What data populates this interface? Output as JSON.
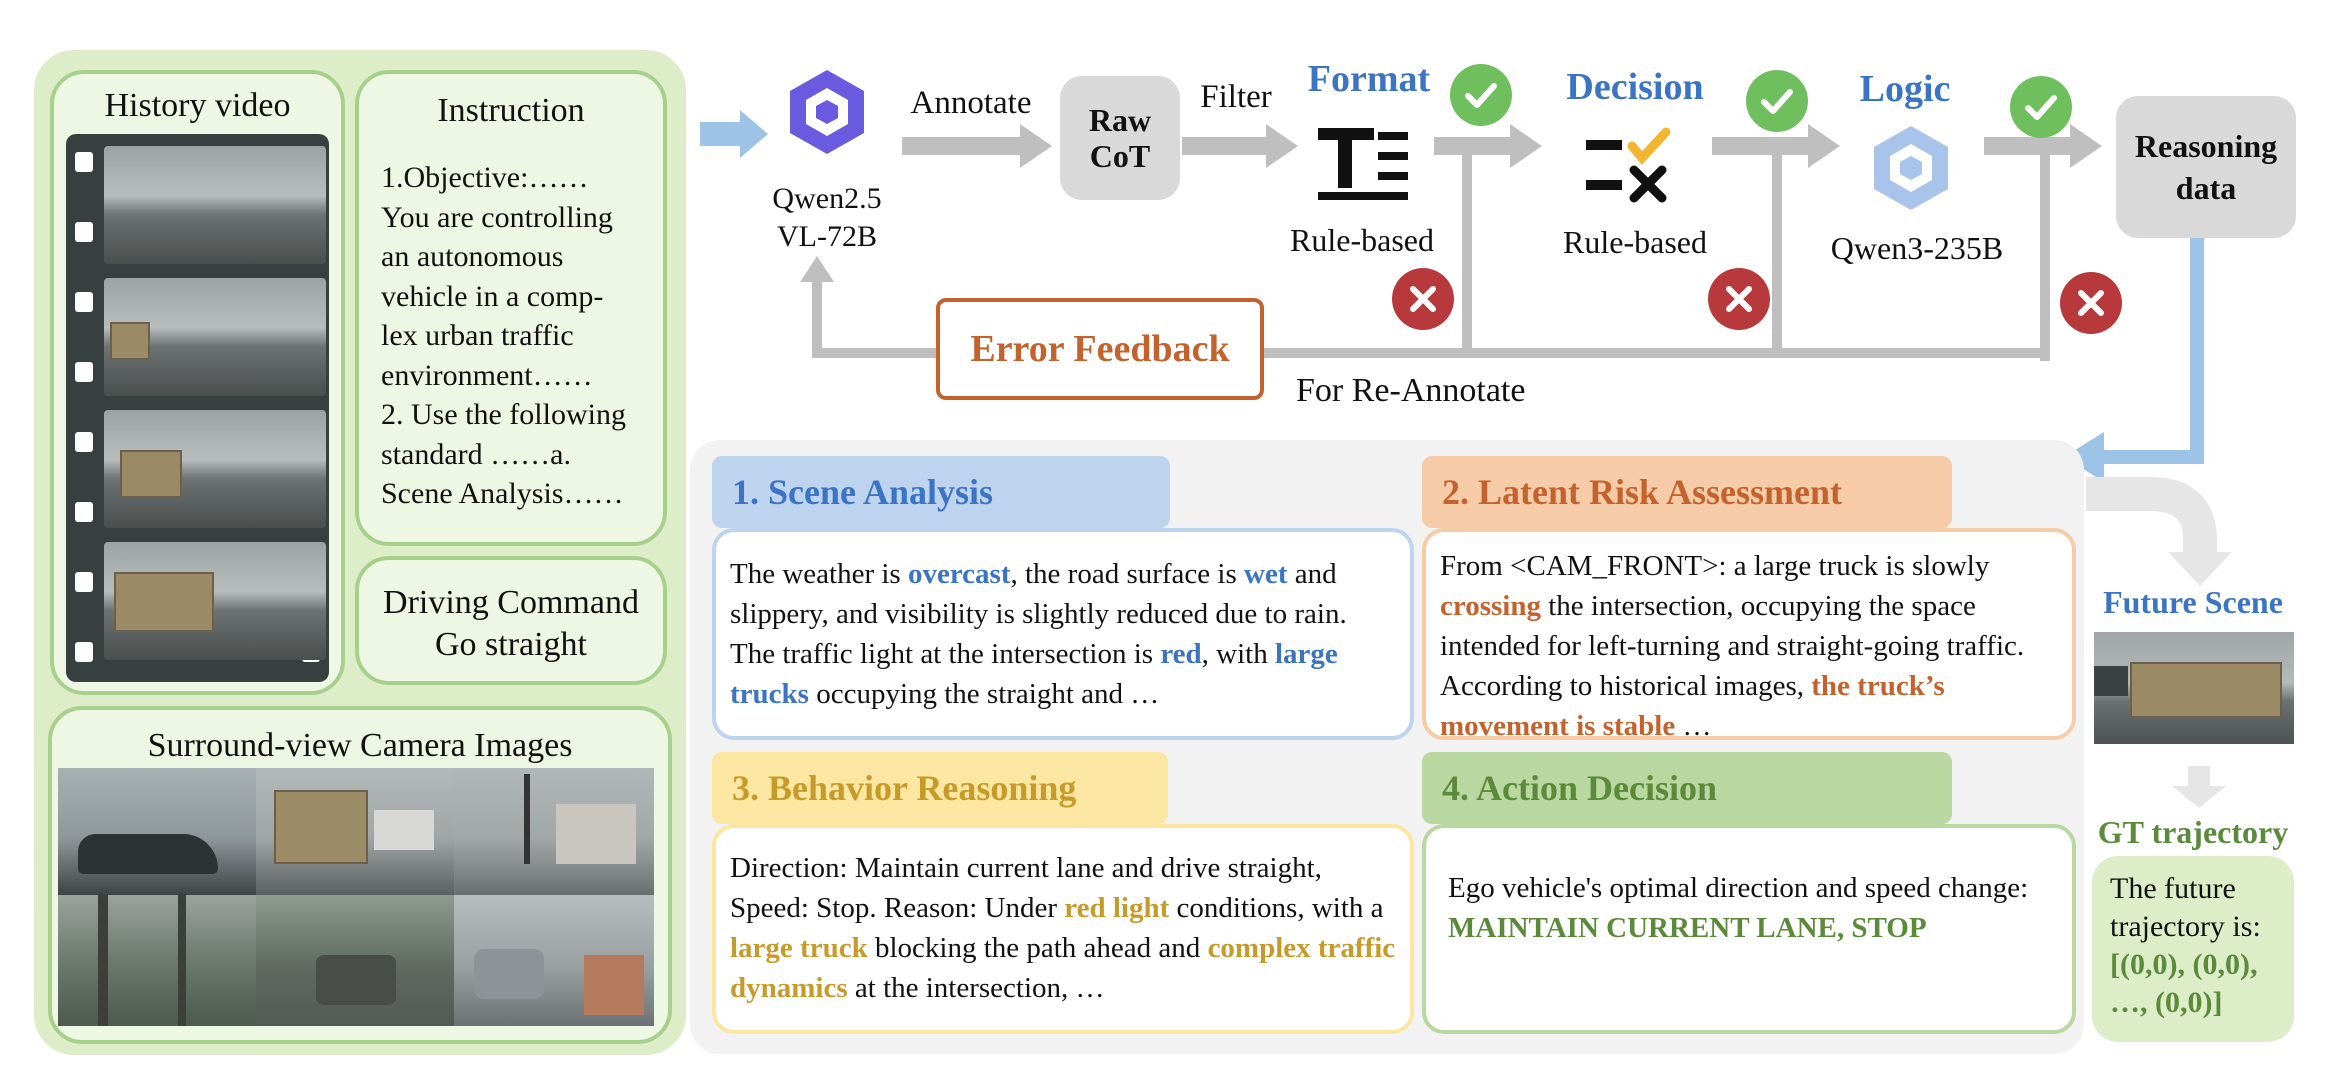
{
  "left": {
    "history_video_title": "History video",
    "instruction_title": "Instruction",
    "instruction_lines": [
      "1.Objective:……",
      "You are controlling",
      "an autonomous",
      "vehicle in a comp-",
      "lex urban traffic",
      "environment……",
      "2. Use the following",
      "standard ……a.",
      "Scene Analysis……"
    ],
    "driving_command_line1": "Driving Command",
    "driving_command_line2": "Go straight",
    "surround_title": "Surround-view Camera Images"
  },
  "pipeline": {
    "model_line1": "Qwen2.5",
    "model_line2": "VL-72B",
    "annotate": "Annotate",
    "raw_line1": "Raw",
    "raw_line2": "CoT",
    "filter": "Filter",
    "format_title": "Format",
    "format_sub": "Rule-based",
    "decision_title": "Decision",
    "decision_sub": "Rule-based",
    "logic_title": "Logic",
    "logic_sub": "Qwen3-235B",
    "reasoning_line1": "Reasoning",
    "reasoning_line2": "data",
    "error_feedback": "Error Feedback",
    "re_annotate": "For Re-Annotate"
  },
  "sections": {
    "scene": {
      "title": "1. Scene Analysis",
      "t1": "The weather is ",
      "h1": "overcast",
      "t2": ", the road surface is ",
      "h2": "wet",
      "t3": " and slippery, and visibility is slightly reduced due to rain. The traffic light at the intersection is ",
      "h3": "red",
      "t4": ", with ",
      "h4": "large trucks",
      "t5": " occupying the straight and …"
    },
    "risk": {
      "title": "2. Latent Risk Assessment",
      "t1": "From <CAM_FRONT>: a large truck is slowly ",
      "h1": "crossing",
      "t2": " the intersection, occupying the space intended for left-turning and straight-going traffic. According to historical images, ",
      "h2": "the truck’s movement is stable",
      "t3": " …"
    },
    "behavior": {
      "title": "3. Behavior Reasoning",
      "t1": "Direction: Maintain current lane and drive straight, Speed: Stop. Reason: Under ",
      "h1": "red light",
      "t2": " conditions, with a ",
      "h2": "large truck",
      "t3": " blocking the path ahead and ",
      "h3": "complex traffic dynamics",
      "t4": " at the intersection, …"
    },
    "action": {
      "title": "4. Action Decision",
      "t1": "Ego vehicle's optimal direction and speed change:",
      "h1": "MAINTAIN CURRENT LANE, STOP"
    }
  },
  "right": {
    "future_scene": "Future Scene",
    "gt_trajectory": "GT trajectory",
    "traj_line1": "The future",
    "traj_line2": "trajectory is:",
    "traj_line3": "[(0,0), (0,0),",
    "traj_line4": "…, (0,0)]"
  },
  "colors": {
    "panel_green": "#dcedc8",
    "card_green_border": "#a8d08d",
    "title_blue": "#3b74c2",
    "error_orange": "#c4622d",
    "check_green": "#6fbf5e",
    "cross_red": "#b8393b",
    "flow_gray": "#bfbfbf",
    "flow_blue": "#9dc3e6"
  }
}
